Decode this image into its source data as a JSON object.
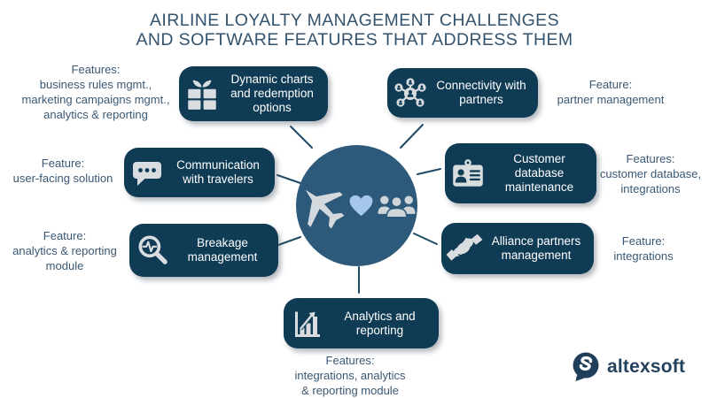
{
  "title": {
    "line1": "AIRLINE LOYALTY MANAGEMENT CHALLENGES",
    "line2": "AND SOFTWARE FEATURES THAT ADDRESS THEM"
  },
  "center": {
    "icons": [
      "airplane-icon",
      "heart-icon",
      "travelers-icon"
    ]
  },
  "challenges": [
    {
      "id": "dynamic-charts",
      "icon": "gift-icon",
      "label": "Dynamic charts\nand redemption\noptions"
    },
    {
      "id": "connectivity",
      "icon": "network-icon",
      "label": "Connectivity with\npartners"
    },
    {
      "id": "communication",
      "icon": "chat-bubble-icon",
      "label": "Communication\nwith travelers"
    },
    {
      "id": "customer-database",
      "icon": "id-card-icon",
      "label": "Customer\ndatabase\nmaintenance"
    },
    {
      "id": "breakage",
      "icon": "magnifier-pulse-icon",
      "label": "Breakage\nmanagement"
    },
    {
      "id": "alliance-partners",
      "icon": "handshake-icon",
      "label": "Alliance partners\nmanagement"
    },
    {
      "id": "analytics-reporting",
      "icon": "bar-chart-icon",
      "label": "Analytics and\nreporting"
    }
  ],
  "features": [
    {
      "for": "dynamic-charts",
      "text": "Features:\nbusiness rules mgmt.,\nmarketing campaigns mgmt.,\nanalytics & reporting"
    },
    {
      "for": "connectivity",
      "text": "Feature:\npartner management"
    },
    {
      "for": "communication",
      "text": "Feature:\nuser-facing solution"
    },
    {
      "for": "customer-database",
      "text": "Features:\ncustomer database,\nintegrations"
    },
    {
      "for": "breakage",
      "text": "Feature:\nanalytics & reporting\nmodule"
    },
    {
      "for": "alliance-partners",
      "text": "Feature:\nintegrations"
    },
    {
      "for": "analytics-reporting",
      "text": "Features:\nintegrations, analytics\n& reporting module"
    }
  ],
  "logo": {
    "text": "altexsoft"
  },
  "colors": {
    "box_bg": "#0f3b54",
    "hub_bg": "#2d597a",
    "heart": "#a5c8ea",
    "icon_gray": "#d9dde0",
    "feature_text": "#3a5874",
    "title_text": "#33536e",
    "connector": "#1e4a66",
    "logo_navy": "#1f3e5a",
    "box_text": "#ffffff"
  }
}
